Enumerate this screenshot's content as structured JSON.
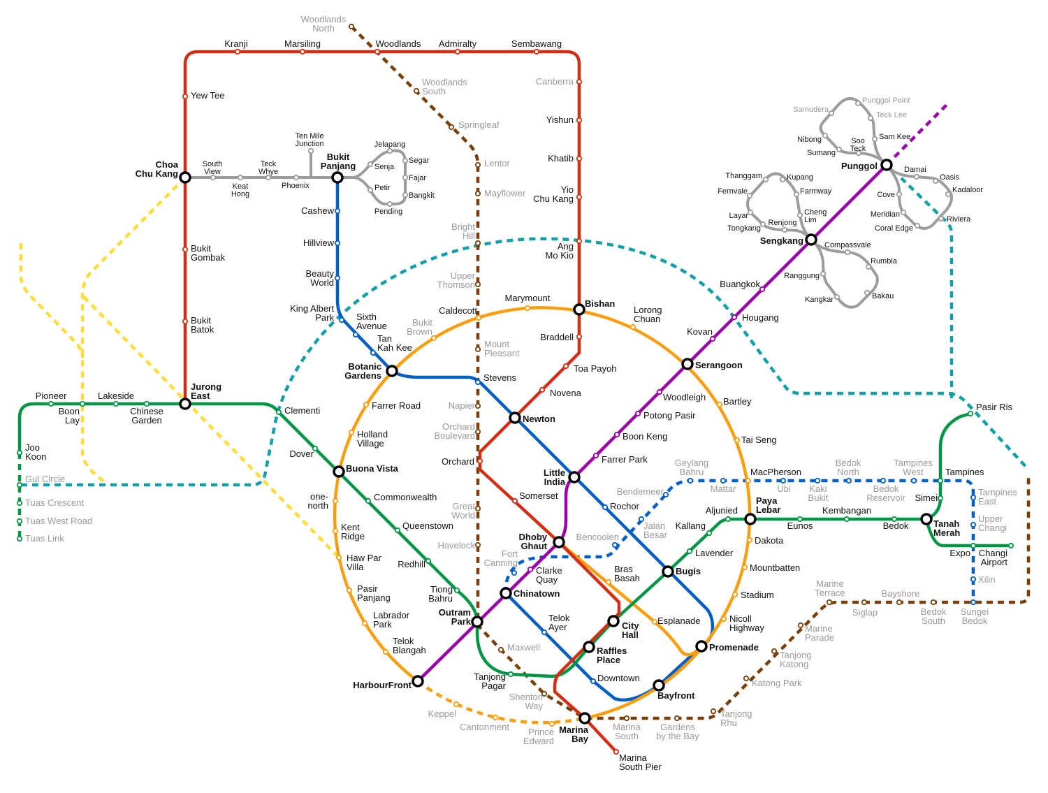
{
  "colors": {
    "ns": "#d42e12",
    "ew": "#009645",
    "ne": "#9900aa",
    "cc": "#fa9e0d",
    "dt": "#005ec4",
    "te": "#784008",
    "lrt": "#9c9c9c",
    "jr": "#fedd3b",
    "cr": "#11a0a8",
    "future_text": "#9a9a9a",
    "interchange": "#000000"
  },
  "stations": [
    {
      "n": "Jurong\nEast",
      "l": "ns",
      "f": false
    },
    {
      "n": "Bukit\nBatok",
      "l": "ns",
      "f": false
    },
    {
      "n": "Bukit\nGombak",
      "l": "ns",
      "f": false
    },
    {
      "n": "Choa\nChu Kang",
      "l": "ns",
      "f": false
    },
    {
      "n": "Yew Tee",
      "l": "ns",
      "f": false
    },
    {
      "n": "Kranji",
      "l": "ns",
      "f": false
    },
    {
      "n": "Marsiling",
      "l": "ns",
      "f": false
    },
    {
      "n": "Woodlands",
      "l": "ns",
      "f": false
    },
    {
      "n": "Admiralty",
      "l": "ns",
      "f": false
    },
    {
      "n": "Sembawang",
      "l": "ns",
      "f": false
    },
    {
      "n": "Canberra",
      "l": "ns",
      "f": true
    },
    {
      "n": "Yishun",
      "l": "ns",
      "f": false
    },
    {
      "n": "Khatib",
      "l": "ns",
      "f": false
    },
    {
      "n": "Yio\nChu Kang",
      "l": "ns",
      "f": false
    },
    {
      "n": "Ang\nMo Kio",
      "l": "ns",
      "f": false
    },
    {
      "n": "Bishan",
      "l": "ns",
      "f": false
    },
    {
      "n": "Braddell",
      "l": "ns",
      "f": false
    },
    {
      "n": "Toa Payoh",
      "l": "ns",
      "f": false
    },
    {
      "n": "Novena",
      "l": "ns",
      "f": false
    },
    {
      "n": "Newton",
      "l": "ns",
      "f": false
    },
    {
      "n": "Orchard",
      "l": "ns",
      "f": false
    },
    {
      "n": "Somerset",
      "l": "ns",
      "f": false
    },
    {
      "n": "Dhoby\nGhaut",
      "l": "ns",
      "f": false
    },
    {
      "n": "City\nHall",
      "l": "ns",
      "f": false
    },
    {
      "n": "Raffles\nPlace",
      "l": "ns",
      "f": false
    },
    {
      "n": "Marina\nBay",
      "l": "ns",
      "f": false
    },
    {
      "n": "Marina\nSouth Pier",
      "l": "ns",
      "f": false
    },
    {
      "n": "Joo\nKoon",
      "l": "ew",
      "f": false
    },
    {
      "n": "Gul Circle",
      "l": "ew",
      "f": true
    },
    {
      "n": "Tuas Crescent",
      "l": "ew",
      "f": true
    },
    {
      "n": "Tuas West Road",
      "l": "ew",
      "f": true
    },
    {
      "n": "Tuas Link",
      "l": "ew",
      "f": true
    },
    {
      "n": "Pioneer",
      "l": "ew",
      "f": false
    },
    {
      "n": "Boon\nLay",
      "l": "ew",
      "f": false
    },
    {
      "n": "Lakeside",
      "l": "ew",
      "f": false
    },
    {
      "n": "Chinese\nGarden",
      "l": "ew",
      "f": false
    },
    {
      "n": "Clementi",
      "l": "ew",
      "f": false
    },
    {
      "n": "Dover",
      "l": "ew",
      "f": false
    },
    {
      "n": "Buona Vista",
      "l": "ew",
      "f": false
    },
    {
      "n": "Commonwealth",
      "l": "ew",
      "f": false
    },
    {
      "n": "Queenstown",
      "l": "ew",
      "f": false
    },
    {
      "n": "Redhill",
      "l": "ew",
      "f": false
    },
    {
      "n": "Tiong\nBahru",
      "l": "ew",
      "f": false
    },
    {
      "n": "Outram\nPark",
      "l": "ew",
      "f": false
    },
    {
      "n": "Tanjong\nPagar",
      "l": "ew",
      "f": false
    },
    {
      "n": "Bugis",
      "l": "ew",
      "f": false
    },
    {
      "n": "Lavender",
      "l": "ew",
      "f": false
    },
    {
      "n": "Kallang",
      "l": "ew",
      "f": false
    },
    {
      "n": "Aljunied",
      "l": "ew",
      "f": false
    },
    {
      "n": "Paya\nLebar",
      "l": "ew",
      "f": false
    },
    {
      "n": "Eunos",
      "l": "ew",
      "f": false
    },
    {
      "n": "Kembangan",
      "l": "ew",
      "f": false
    },
    {
      "n": "Bedok",
      "l": "ew",
      "f": false
    },
    {
      "n": "Tanah\nMerah",
      "l": "ew",
      "f": false
    },
    {
      "n": "Simei",
      "l": "ew",
      "f": false
    },
    {
      "n": "Tampines",
      "l": "ew",
      "f": false
    },
    {
      "n": "Pasir Ris",
      "l": "ew",
      "f": false
    },
    {
      "n": "Expo",
      "l": "ew",
      "f": false
    },
    {
      "n": "Changi\nAirport",
      "l": "ew",
      "f": false
    },
    {
      "n": "HarbourFront",
      "l": "ne",
      "f": false
    },
    {
      "n": "Chinatown",
      "l": "ne",
      "f": false
    },
    {
      "n": "Clarke\nQuay",
      "l": "ne",
      "f": false
    },
    {
      "n": "Little\nIndia",
      "l": "ne",
      "f": false
    },
    {
      "n": "Farrer Park",
      "l": "ne",
      "f": false
    },
    {
      "n": "Boon Keng",
      "l": "ne",
      "f": false
    },
    {
      "n": "Potong Pasir",
      "l": "ne",
      "f": false
    },
    {
      "n": "Woodleigh",
      "l": "ne",
      "f": false
    },
    {
      "n": "Serangoon",
      "l": "ne",
      "f": false
    },
    {
      "n": "Kovan",
      "l": "ne",
      "f": false
    },
    {
      "n": "Hougang",
      "l": "ne",
      "f": false
    },
    {
      "n": "Buangkok",
      "l": "ne",
      "f": false
    },
    {
      "n": "Sengkang",
      "l": "ne",
      "f": false
    },
    {
      "n": "Punggol",
      "l": "ne",
      "f": false
    },
    {
      "n": "Marymount",
      "l": "cc",
      "f": false
    },
    {
      "n": "Caldecott",
      "l": "cc",
      "f": false
    },
    {
      "n": "Bukit\nBrown",
      "l": "cc",
      "f": true
    },
    {
      "n": "Botanic\nGardens",
      "l": "cc",
      "f": false
    },
    {
      "n": "Farrer Road",
      "l": "cc",
      "f": false
    },
    {
      "n": "Holland\nVillage",
      "l": "cc",
      "f": false
    },
    {
      "n": "one-\nnorth",
      "l": "cc",
      "f": false
    },
    {
      "n": "Kent\nRidge",
      "l": "cc",
      "f": false
    },
    {
      "n": "Haw Par\nVilla",
      "l": "cc",
      "f": false
    },
    {
      "n": "Pasir\nPanjang",
      "l": "cc",
      "f": false
    },
    {
      "n": "Labrador\nPark",
      "l": "cc",
      "f": false
    },
    {
      "n": "Telok\nBlangah",
      "l": "cc",
      "f": false
    },
    {
      "n": "Keppel",
      "l": "cc",
      "f": true
    },
    {
      "n": "Cantonment",
      "l": "cc",
      "f": true
    },
    {
      "n": "Prince\nEdward",
      "l": "cc",
      "f": true
    },
    {
      "n": "Bayfront",
      "l": "cc",
      "f": false
    },
    {
      "n": "Promenade",
      "l": "cc",
      "f": false
    },
    {
      "n": "Nicoll\nHighway",
      "l": "cc",
      "f": false
    },
    {
      "n": "Stadium",
      "l": "cc",
      "f": false
    },
    {
      "n": "Mountbatten",
      "l": "cc",
      "f": false
    },
    {
      "n": "Dakota",
      "l": "cc",
      "f": false
    },
    {
      "n": "MacPherson",
      "l": "cc",
      "f": false
    },
    {
      "n": "Tai Seng",
      "l": "cc",
      "f": false
    },
    {
      "n": "Bartley",
      "l": "cc",
      "f": false
    },
    {
      "n": "Lorong\nChuan",
      "l": "cc",
      "f": false
    },
    {
      "n": "Esplanade",
      "l": "cc",
      "f": false
    },
    {
      "n": "Bras\nBasah",
      "l": "cc",
      "f": false
    },
    {
      "n": "Bukit\nPanjang",
      "l": "dt",
      "f": false
    },
    {
      "n": "Cashew",
      "l": "dt",
      "f": false
    },
    {
      "n": "Hillview",
      "l": "dt",
      "f": false
    },
    {
      "n": "Beauty\nWorld",
      "l": "dt",
      "f": false
    },
    {
      "n": "King Albert\nPark",
      "l": "dt",
      "f": false
    },
    {
      "n": "Sixth\nAvenue",
      "l": "dt",
      "f": false
    },
    {
      "n": "Tan\nKah Kee",
      "l": "dt",
      "f": false
    },
    {
      "n": "Stevens",
      "l": "dt",
      "f": false
    },
    {
      "n": "Rochor",
      "l": "dt",
      "f": false
    },
    {
      "n": "Telok\nAyer",
      "l": "dt",
      "f": false
    },
    {
      "n": "Downtown",
      "l": "dt",
      "f": false
    },
    {
      "n": "Fort\nCanning",
      "l": "dt",
      "f": true
    },
    {
      "n": "Bencoolen",
      "l": "dt",
      "f": true
    },
    {
      "n": "Jalan\nBesar",
      "l": "dt",
      "f": true
    },
    {
      "n": "Bendemeer",
      "l": "dt",
      "f": true
    },
    {
      "n": "Geylang\nBahru",
      "l": "dt",
      "f": true
    },
    {
      "n": "Mattar",
      "l": "dt",
      "f": true
    },
    {
      "n": "Ubi",
      "l": "dt",
      "f": true
    },
    {
      "n": "Kaki\nBukit",
      "l": "dt",
      "f": true
    },
    {
      "n": "Bedok\nNorth",
      "l": "dt",
      "f": true
    },
    {
      "n": "Bedok\nReservoir",
      "l": "dt",
      "f": true
    },
    {
      "n": "Tampines\nWest",
      "l": "dt",
      "f": true
    },
    {
      "n": "Tampines\nEast",
      "l": "dt",
      "f": true
    },
    {
      "n": "Upper\nChangi",
      "l": "dt",
      "f": true
    },
    {
      "n": "Xilin",
      "l": "dt",
      "f": true
    },
    {
      "n": "Sungei\nBedok",
      "l": "dt",
      "f": true
    },
    {
      "n": "Woodlands\nNorth",
      "l": "te",
      "f": true
    },
    {
      "n": "Woodlands\nSouth",
      "l": "te",
      "f": true
    },
    {
      "n": "Springleaf",
      "l": "te",
      "f": true
    },
    {
      "n": "Lentor",
      "l": "te",
      "f": true
    },
    {
      "n": "Mayflower",
      "l": "te",
      "f": true
    },
    {
      "n": "Bright\nHill",
      "l": "te",
      "f": true
    },
    {
      "n": "Upper\nThomson",
      "l": "te",
      "f": true
    },
    {
      "n": "Mount\nPleasant",
      "l": "te",
      "f": true
    },
    {
      "n": "Napier",
      "l": "te",
      "f": true
    },
    {
      "n": "Orchard\nBoulevard",
      "l": "te",
      "f": true
    },
    {
      "n": "Great\nWorld",
      "l": "te",
      "f": true
    },
    {
      "n": "Havelock",
      "l": "te",
      "f": true
    },
    {
      "n": "Maxwell",
      "l": "te",
      "f": true
    },
    {
      "n": "Shenton\nWay",
      "l": "te",
      "f": true
    },
    {
      "n": "Marina\nSouth",
      "l": "te",
      "f": true
    },
    {
      "n": "Gardens\nby the Bay",
      "l": "te",
      "f": true
    },
    {
      "n": "Tanjong\nRhu",
      "l": "te",
      "f": true
    },
    {
      "n": "Katong Park",
      "l": "te",
      "f": true
    },
    {
      "n": "Tanjong\nKatong",
      "l": "te",
      "f": true
    },
    {
      "n": "Marine\nParade",
      "l": "te",
      "f": true
    },
    {
      "n": "Marine\nTerrace",
      "l": "te",
      "f": true
    },
    {
      "n": "Siglap",
      "l": "te",
      "f": true
    },
    {
      "n": "Bayshore",
      "l": "te",
      "f": true
    },
    {
      "n": "Bedok\nSouth",
      "l": "te",
      "f": true
    },
    {
      "n": "South\nView",
      "l": "lrt",
      "f": false
    },
    {
      "n": "Keat\nHong",
      "l": "lrt",
      "f": false
    },
    {
      "n": "Teck\nWhye",
      "l": "lrt",
      "f": false
    },
    {
      "n": "Phoenix",
      "l": "lrt",
      "f": false
    },
    {
      "n": "Ten Mile\nJunction",
      "l": "lrt",
      "f": false
    },
    {
      "n": "Jelapang",
      "l": "lrt",
      "f": false
    },
    {
      "n": "Segar",
      "l": "lrt",
      "f": false
    },
    {
      "n": "Fajar",
      "l": "lrt",
      "f": false
    },
    {
      "n": "Bangkit",
      "l": "lrt",
      "f": false
    },
    {
      "n": "Pending",
      "l": "lrt",
      "f": false
    },
    {
      "n": "Petir",
      "l": "lrt",
      "f": false
    },
    {
      "n": "Senja",
      "l": "lrt",
      "f": false
    },
    {
      "n": "Compassvale",
      "l": "lrt",
      "f": false
    },
    {
      "n": "Rumbia",
      "l": "lrt",
      "f": false
    },
    {
      "n": "Bakau",
      "l": "lrt",
      "f": false
    },
    {
      "n": "Kangkar",
      "l": "lrt",
      "f": false
    },
    {
      "n": "Ranggung",
      "l": "lrt",
      "f": false
    },
    {
      "n": "Cheng\nLim",
      "l": "lrt",
      "f": false
    },
    {
      "n": "Farmway",
      "l": "lrt",
      "f": false
    },
    {
      "n": "Kupang",
      "l": "lrt",
      "f": false
    },
    {
      "n": "Thanggam",
      "l": "lrt",
      "f": false
    },
    {
      "n": "Fernvale",
      "l": "lrt",
      "f": false
    },
    {
      "n": "Layar",
      "l": "lrt",
      "f": false
    },
    {
      "n": "Tongkang",
      "l": "lrt",
      "f": false
    },
    {
      "n": "Renjong",
      "l": "lrt",
      "f": false
    },
    {
      "n": "Samudera",
      "l": "lrt",
      "f": true
    },
    {
      "n": "Punggol Point",
      "l": "lrt",
      "f": true
    },
    {
      "n": "Teck Lee",
      "l": "lrt",
      "f": true
    },
    {
      "n": "Sam Kee",
      "l": "lrt",
      "f": false
    },
    {
      "n": "Soo\nTeck",
      "l": "lrt",
      "f": false
    },
    {
      "n": "Sumang",
      "l": "lrt",
      "f": false
    },
    {
      "n": "Nibong",
      "l": "lrt",
      "f": false
    },
    {
      "n": "Damai",
      "l": "lrt",
      "f": false
    },
    {
      "n": "Oasis",
      "l": "lrt",
      "f": false
    },
    {
      "n": "Kadaloor",
      "l": "lrt",
      "f": false
    },
    {
      "n": "Riviera",
      "l": "lrt",
      "f": false
    },
    {
      "n": "Coral Edge",
      "l": "lrt",
      "f": false
    },
    {
      "n": "Meridian",
      "l": "lrt",
      "f": false
    },
    {
      "n": "Cove",
      "l": "lrt",
      "f": false
    }
  ]
}
